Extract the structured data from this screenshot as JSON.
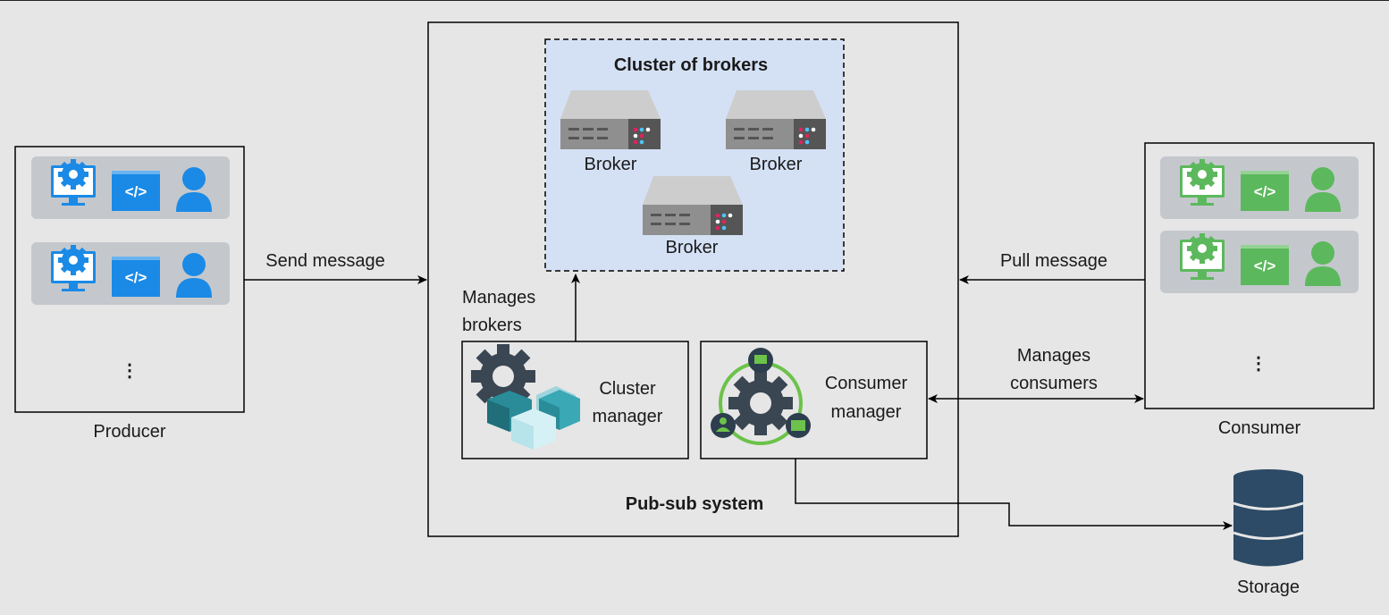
{
  "producer": {
    "label": "Producer",
    "ellipsis": "⋮",
    "rows": [
      {
        "icons": [
          "monitor-gear-icon",
          "code-window-icon",
          "user-icon"
        ]
      },
      {
        "icons": [
          "monitor-gear-icon",
          "code-window-icon",
          "user-icon"
        ]
      }
    ],
    "color": "#1a8ae6"
  },
  "consumer": {
    "label": "Consumer",
    "ellipsis": "⋮",
    "rows": [
      {
        "icons": [
          "monitor-gear-icon",
          "code-window-icon",
          "user-icon"
        ]
      },
      {
        "icons": [
          "monitor-gear-icon",
          "code-window-icon",
          "user-icon"
        ]
      }
    ],
    "color": "#5cb85c"
  },
  "pubsub": {
    "title": "Pub-sub system",
    "cluster": {
      "title": "Cluster of brokers",
      "brokers": [
        "Broker",
        "Broker",
        "Broker"
      ],
      "fill": "#d4e1f5"
    },
    "cluster_manager": {
      "line1": "Cluster",
      "line2": "manager"
    },
    "consumer_manager": {
      "line1": "Consumer",
      "line2": "manager"
    }
  },
  "edges": {
    "send_message": "Send message",
    "pull_message": "Pull message",
    "manages_brokers_line1": "Manages",
    "manages_brokers_line2": "brokers",
    "manages_consumers_line1": "Manages",
    "manages_consumers_line2": "consumers"
  },
  "storage": {
    "label": "Storage",
    "color": "#2d4a66"
  }
}
